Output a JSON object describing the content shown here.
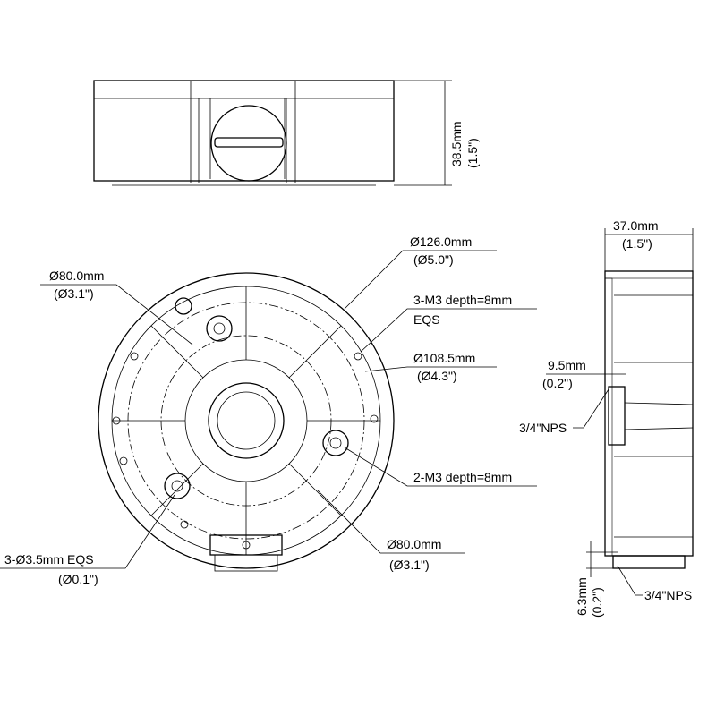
{
  "top_view": {
    "height_mm": "38.5mm",
    "height_in": "(1.5\")"
  },
  "front_view": {
    "outer_dia_mm": "Ø126.0mm",
    "outer_dia_in": "(Ø5.0\")",
    "hole_circle_left_mm": "Ø80.0mm",
    "hole_circle_left_in": "(Ø3.1\")",
    "m3_three": "3-M3 depth=8mm",
    "m3_three_eqs": "EQS",
    "mid_dia_mm": "Ø108.5mm",
    "mid_dia_in": "(Ø4.3\")",
    "m3_two": "2-M3 depth=8mm",
    "screw_holes_mm": "3-Ø3.5mm EQS",
    "screw_holes_in": "(Ø0.1\")",
    "hole_circle_bottom_mm": "Ø80.0mm",
    "hole_circle_bottom_in": "(Ø3.1\")"
  },
  "side_view": {
    "depth_mm": "37.0mm",
    "depth_in": "(1.5\")",
    "offset_mm": "9.5mm",
    "offset_in": "(0.2\")",
    "side_port": "3/4\"NPS",
    "bottom_mm": "6.3mm",
    "bottom_in": "(0.2\")",
    "bottom_port": "3/4\"NPS"
  }
}
